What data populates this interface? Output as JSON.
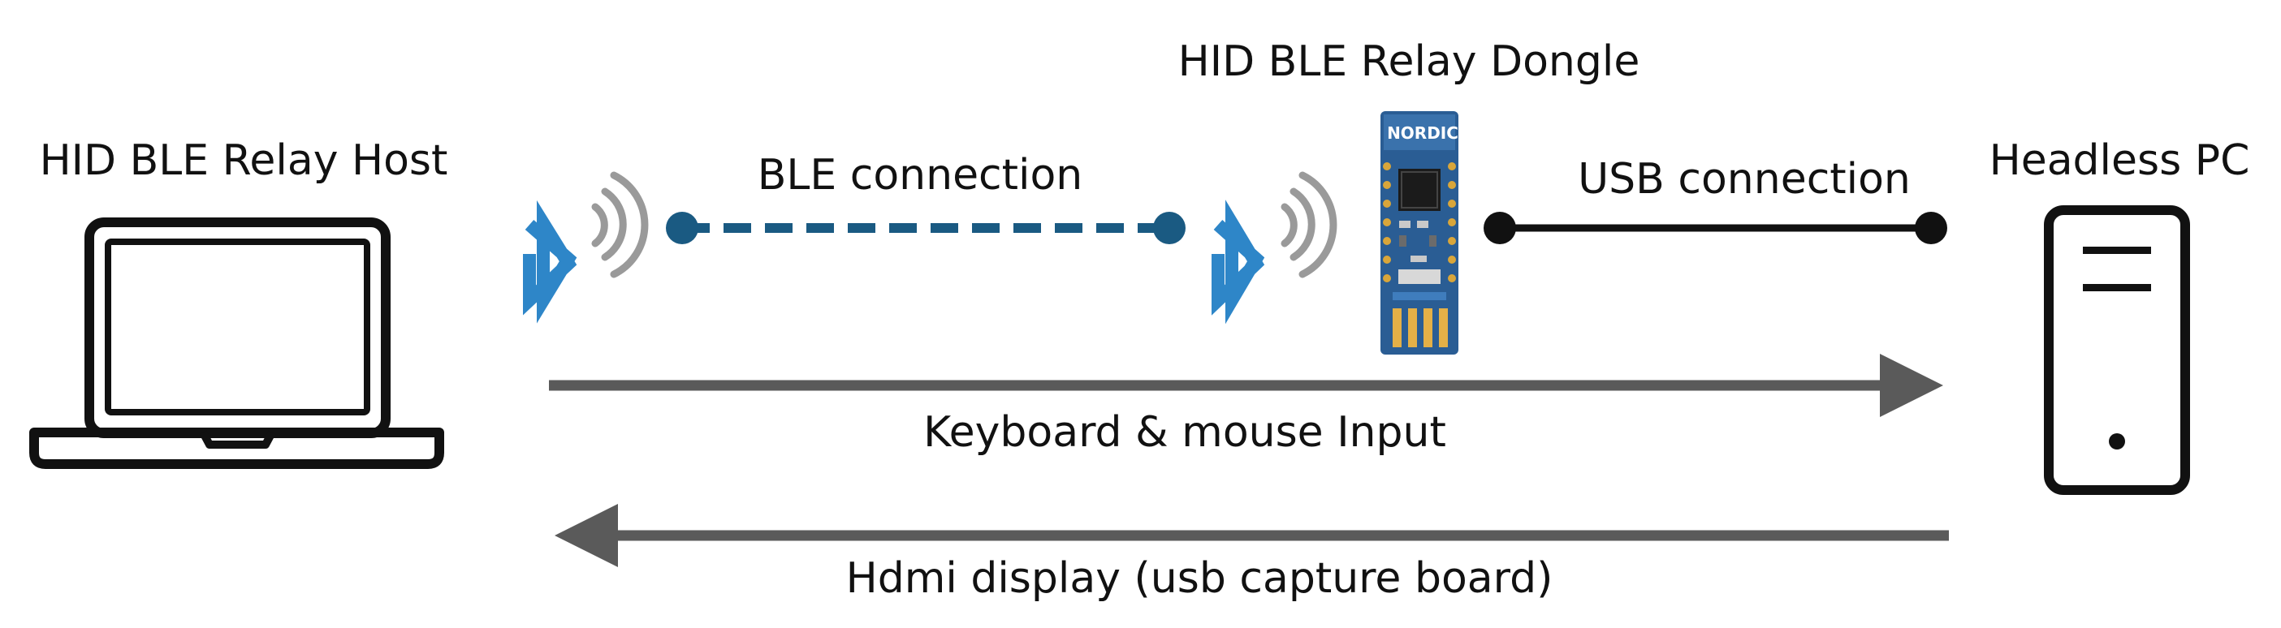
{
  "nodes": {
    "host": {
      "label": "HID BLE Relay Host"
    },
    "dongle": {
      "label": "HID BLE Relay Dongle"
    },
    "pc": {
      "label": "Headless PC"
    }
  },
  "connections": {
    "ble": {
      "label": "BLE connection"
    },
    "usb": {
      "label": "USB connection"
    }
  },
  "flows": {
    "input": {
      "label": "Keyboard & mouse Input"
    },
    "display": {
      "label": "Hdmi display (usb capture board)"
    }
  },
  "board": {
    "brand": "NORDIC"
  },
  "colors": {
    "bluetooth": "#2e86c8",
    "ble_line": "#1a5a82",
    "usb_line": "#111111",
    "flow_arrow": "#5a5a5a",
    "signal_waves": "#9a9a9a",
    "board_pcb": "#2a5d94"
  },
  "icons": {
    "host": "laptop-icon",
    "pc": "desktop-tower-icon",
    "radio": "bluetooth-icon",
    "dongle": "nrf52840-usb-dongle"
  }
}
